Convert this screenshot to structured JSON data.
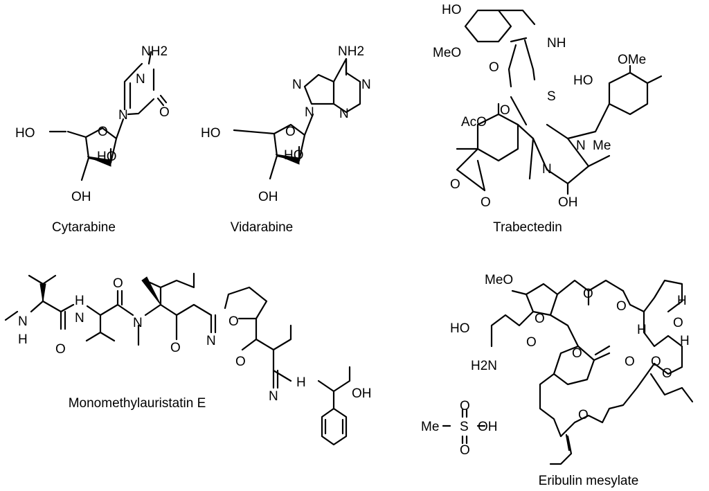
{
  "compounds": [
    {
      "name": "Cytarabine",
      "atoms": [
        "NH2",
        "N",
        "N",
        "O",
        "O",
        "HO",
        "HO",
        "OH"
      ]
    },
    {
      "name": "Vidarabine",
      "atoms": [
        "NH2",
        "N",
        "N",
        "N",
        "N",
        "O",
        "HO",
        "HO",
        "OH"
      ]
    },
    {
      "name": "Trabectedin",
      "atoms": [
        "HO",
        "MeO",
        "NH",
        "O",
        "O",
        "S",
        "OMe",
        "HO",
        "AcO",
        "N",
        "Me",
        "N",
        "O",
        "O",
        "OH"
      ]
    },
    {
      "name": "Monomethylauristatin E",
      "atoms": [
        "N",
        "H",
        "N",
        "H",
        "O",
        "O",
        "N",
        "O",
        "N",
        "O",
        "O",
        "N",
        "H",
        "OH"
      ]
    },
    {
      "name": "Eribulin mesylate",
      "atoms": [
        "MeO",
        "O",
        "O",
        "O",
        "HO",
        "H2N",
        "O",
        "H",
        "O",
        "H",
        "O",
        "O",
        "O",
        "O",
        "H",
        "O",
        "Me",
        "S",
        "OH",
        "O",
        "O"
      ]
    }
  ]
}
